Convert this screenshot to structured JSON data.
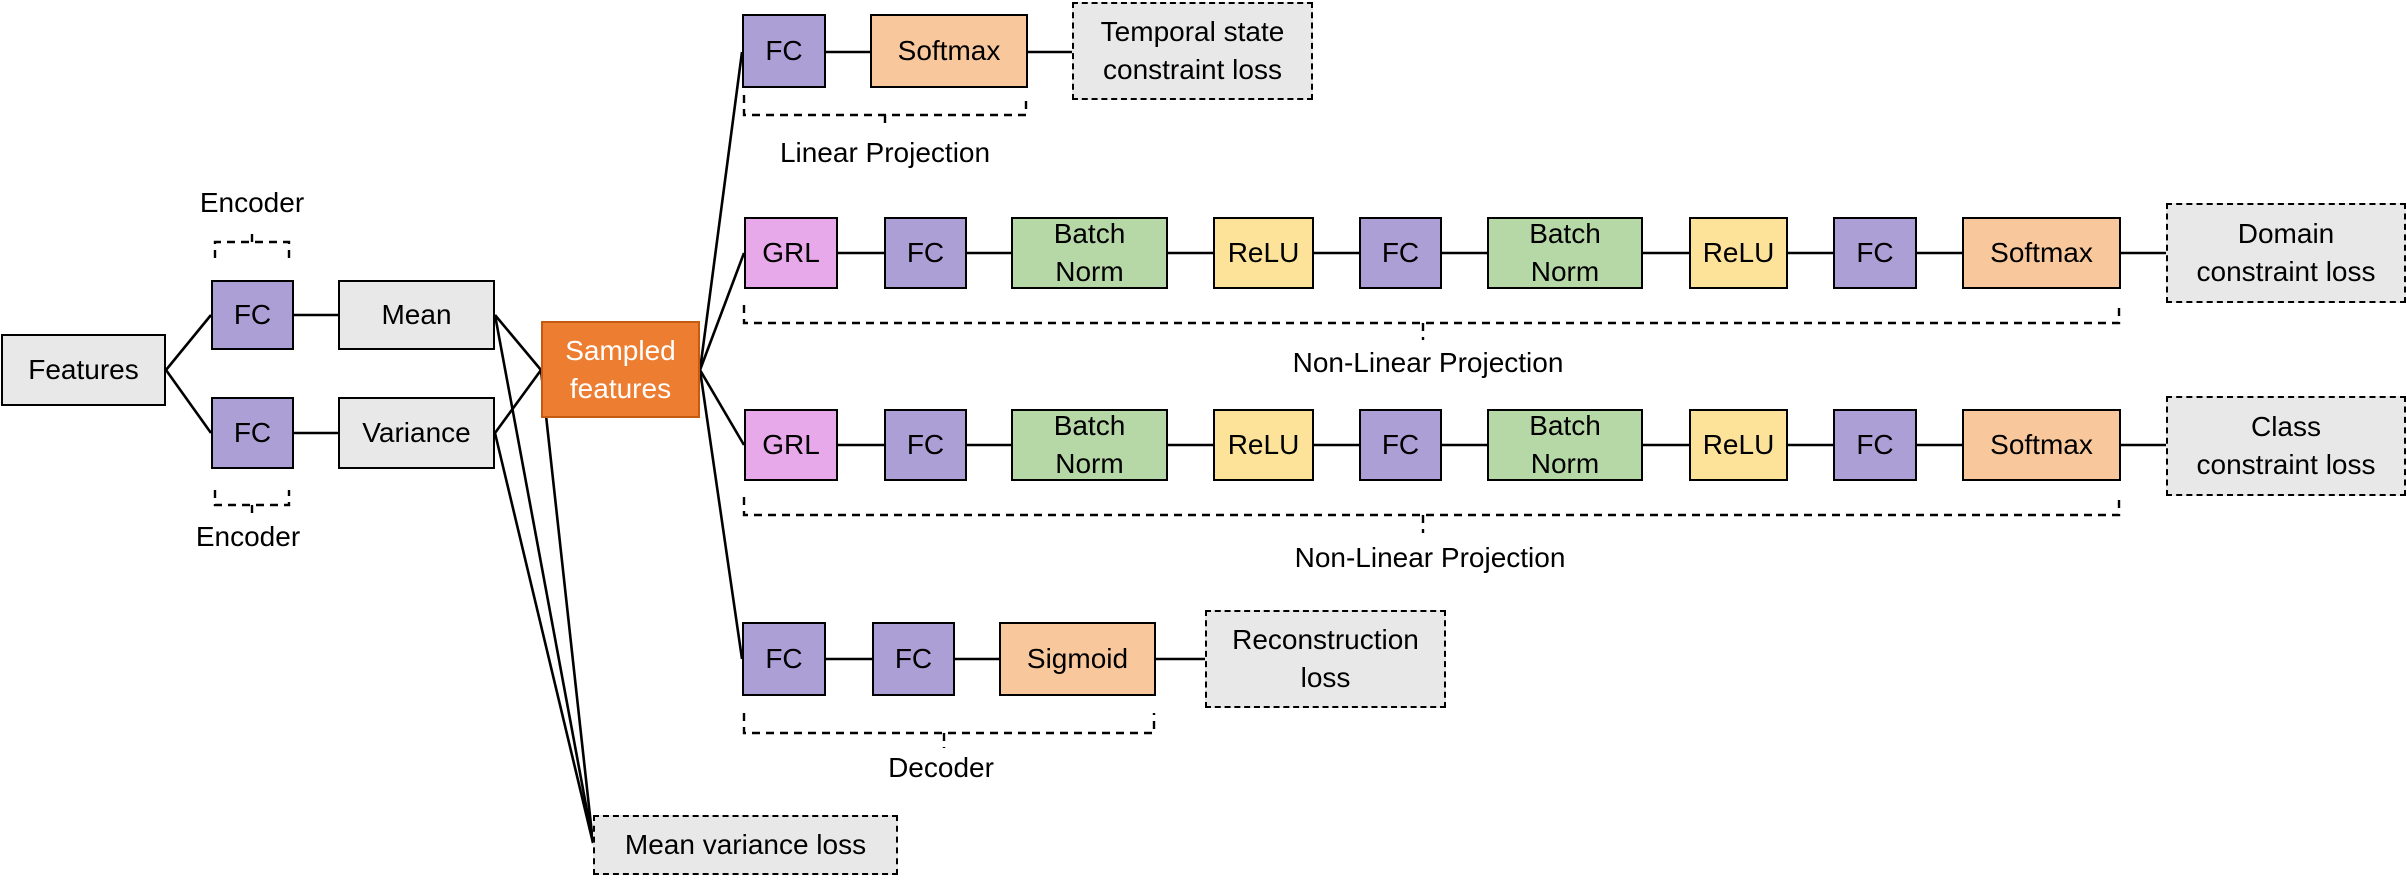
{
  "colors": {
    "fc": "#ab9fd6",
    "grl": "#e8a9ea",
    "batch_norm": "#b6d8a6",
    "relu": "#fde29a",
    "softmax_sigmoid": "#f8c89c",
    "gray_box": "#e8e8e8",
    "sampled_features": "#ed7d31"
  },
  "input": {
    "features": "Features"
  },
  "encoder": {
    "label_top": "Encoder",
    "label_bottom": "Encoder",
    "fc_top": "FC",
    "fc_bottom": "FC",
    "mean": "Mean",
    "variance": "Variance"
  },
  "sampled": {
    "label": "Sampled\nfeatures"
  },
  "mean_variance_loss": "Mean variance loss",
  "temporal_branch": {
    "fc": "FC",
    "softmax": "Softmax",
    "loss": "Temporal state\nconstraint loss",
    "projection_label": "Linear Projection"
  },
  "domain_branch": {
    "grl": "GRL",
    "fc1": "FC",
    "bn1": "Batch\nNorm",
    "relu1": "ReLU",
    "fc2": "FC",
    "bn2": "Batch\nNorm",
    "relu2": "ReLU",
    "fc3": "FC",
    "softmax": "Softmax",
    "loss": "Domain\nconstraint loss",
    "projection_label": "Non-Linear Projection"
  },
  "class_branch": {
    "grl": "GRL",
    "fc1": "FC",
    "bn1": "Batch\nNorm",
    "relu1": "ReLU",
    "fc2": "FC",
    "bn2": "Batch\nNorm",
    "relu2": "ReLU",
    "fc3": "FC",
    "softmax": "Softmax",
    "loss": "Class\nconstraint loss",
    "projection_label": "Non-Linear Projection"
  },
  "decoder_branch": {
    "fc1": "FC",
    "fc2": "FC",
    "sigmoid": "Sigmoid",
    "loss": "Reconstruction\nloss",
    "label": "Decoder"
  }
}
